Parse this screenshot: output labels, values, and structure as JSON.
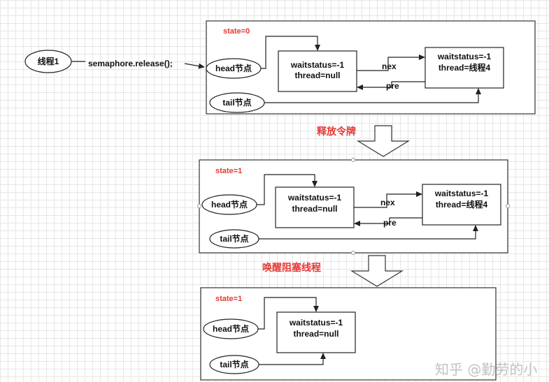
{
  "thread_label": "线程1",
  "release_call": "semaphore.release();",
  "step_labels": {
    "release_token": "释放令牌",
    "wake_blocked_thread": "唤醒阻塞线程"
  },
  "panels": [
    {
      "state": "state=0",
      "head": "head节点",
      "tail": "tail节点",
      "node1": {
        "line1": "waitstatus=-1",
        "line2": "thread=null"
      },
      "node2": {
        "line1": "waitstatus=-1",
        "line2": "thread=线程4"
      },
      "next_label": "nex",
      "prev_label": "pre"
    },
    {
      "state": "state=1",
      "head": "head节点",
      "tail": "tail节点",
      "node1": {
        "line1": "waitstatus=-1",
        "line2": "thread=null"
      },
      "node2": {
        "line1": "waitstatus=-1",
        "line2": "thread=线程4"
      },
      "next_label": "nex",
      "prev_label": "pre"
    },
    {
      "state": "state=1",
      "head": "head节点",
      "tail": "tail节点",
      "node1": {
        "line1": "waitstatus=-1",
        "line2": "thread=null"
      }
    }
  ],
  "watermark": "知乎 @勤劳的小"
}
